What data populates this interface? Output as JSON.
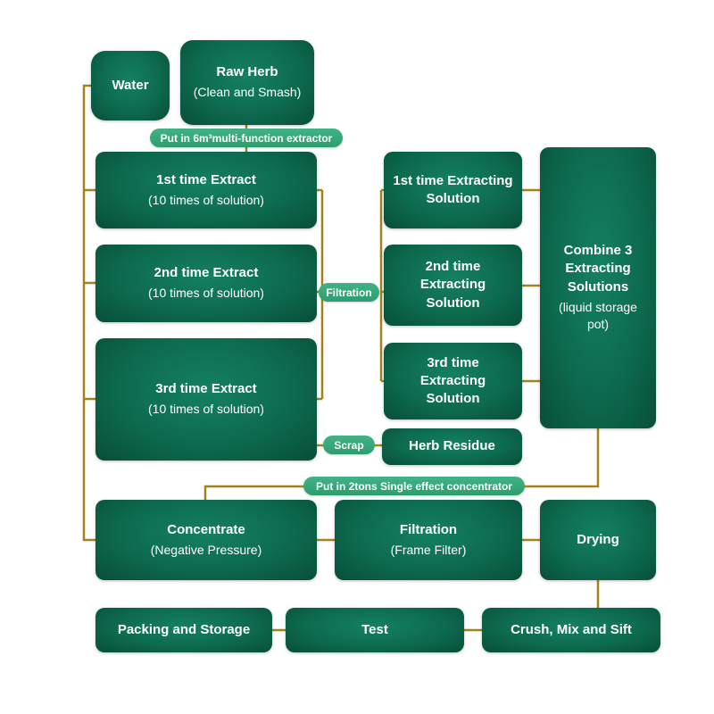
{
  "colors": {
    "box_green_center": "#148063",
    "box_green_edge": "#084e3a",
    "pill_green": "#35a87c",
    "connector_gold": "#a5831a",
    "text": "#ffffff",
    "background": "#ffffff"
  },
  "nodes": {
    "water": {
      "title": "Water"
    },
    "raw_herb": {
      "title": "Raw Herb",
      "subtitle": "(Clean and Smash)"
    },
    "extract_1": {
      "title": "1st time Extract",
      "subtitle": "(10 times of solution)"
    },
    "extract_2": {
      "title": "2nd time Extract",
      "subtitle": "(10 times of solution)"
    },
    "extract_3": {
      "title": "3rd time Extract",
      "subtitle": "(10 times of solution)"
    },
    "solution_1": {
      "title": "1st time Extracting Solution"
    },
    "solution_2": {
      "title": "2nd time Extracting Solution"
    },
    "solution_3": {
      "title": "3rd time Extracting Solution"
    },
    "combine": {
      "title": "Combine 3 Extracting Solutions",
      "subtitle": "(liquid storage pot)"
    },
    "herb_residue": {
      "title": "Herb Residue"
    },
    "concentrate": {
      "title": "Concentrate",
      "subtitle": "(Negative  Pressure)"
    },
    "filtration_frame": {
      "title": "Filtration",
      "subtitle": "(Frame Filter)"
    },
    "drying": {
      "title": "Drying"
    },
    "packing": {
      "title": "Packing and Storage"
    },
    "test": {
      "title": "Test"
    },
    "crush": {
      "title": "Crush, Mix and Sift"
    }
  },
  "pills": {
    "extractor": {
      "label": "Put in 6m³multi-function extractor"
    },
    "filtration": {
      "label": "Filtration"
    },
    "scrap": {
      "label": "Scrap"
    },
    "concentrator": {
      "label": "Put in 2tons Single effect concentrator"
    }
  }
}
